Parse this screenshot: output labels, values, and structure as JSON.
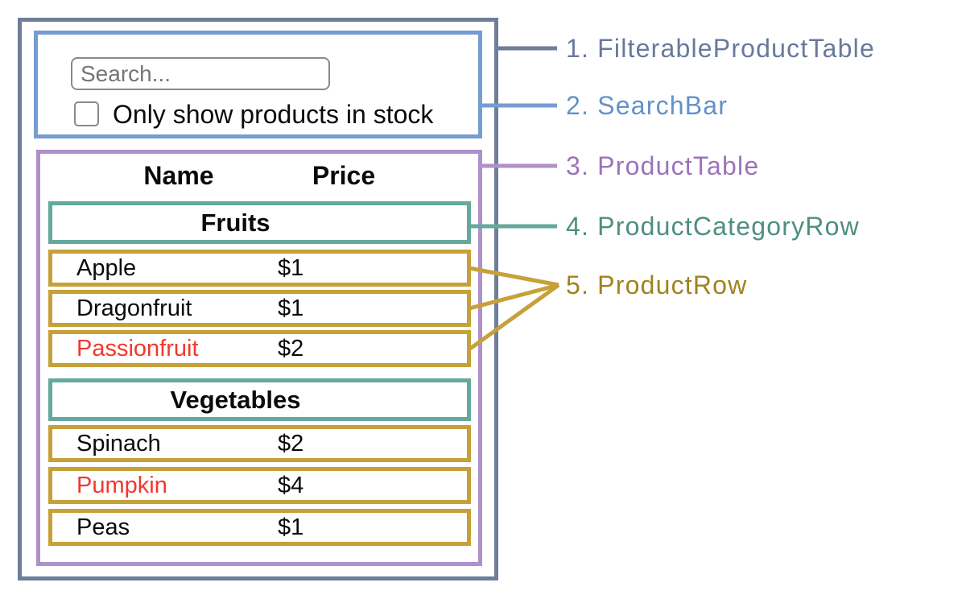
{
  "colors": {
    "container": "#6E7E99",
    "search_bar": "#769CD1",
    "product_table": "#AE90CA",
    "category_row": "#64A99C",
    "product_row": "#C6A139",
    "label_container": "#68799B",
    "label_search_bar": "#6292C8",
    "label_product_table": "#9C73B9",
    "label_category_row": "#4E8E80",
    "label_product_row": "#A2821F",
    "out_of_stock": "#F2382C",
    "input_border": "#8A8A8A",
    "placeholder_gray": "#757575",
    "text": "#0A0A0A"
  },
  "search_bar": {
    "placeholder": "Search...",
    "checkbox_label": "Only show products in stock",
    "checkbox_checked": false
  },
  "table": {
    "columns": {
      "name": "Name",
      "price": "Price"
    },
    "sections": [
      {
        "category": "Fruits",
        "rows": [
          {
            "name": "Apple",
            "price": "$1",
            "out_of_stock": false
          },
          {
            "name": "Dragonfruit",
            "price": "$1",
            "out_of_stock": false
          },
          {
            "name": "Passionfruit",
            "price": "$2",
            "out_of_stock": true
          }
        ]
      },
      {
        "category": "Vegetables",
        "rows": [
          {
            "name": "Spinach",
            "price": "$2",
            "out_of_stock": false
          },
          {
            "name": "Pumpkin",
            "price": "$4",
            "out_of_stock": true
          },
          {
            "name": "Peas",
            "price": "$1",
            "out_of_stock": false
          }
        ]
      }
    ]
  },
  "legend": [
    {
      "number": "1",
      "label": "1. FilterableProductTable"
    },
    {
      "number": "2",
      "label": "2. SearchBar"
    },
    {
      "number": "3",
      "label": "3. ProductTable"
    },
    {
      "number": "4",
      "label": "4. ProductCategoryRow"
    },
    {
      "number": "5",
      "label": "5. ProductRow"
    }
  ]
}
